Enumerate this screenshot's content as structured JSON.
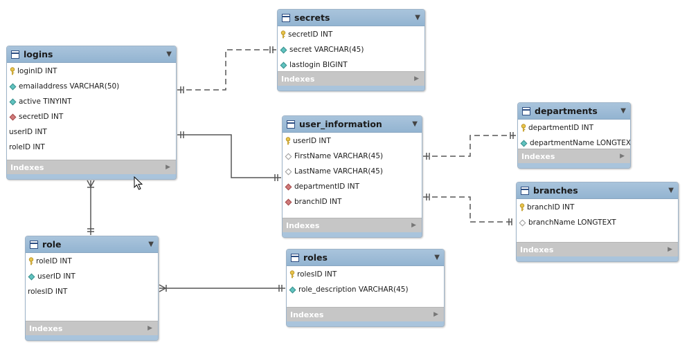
{
  "colors": {
    "header": "#9db9d4",
    "line": "#555555",
    "key": "#e6c34a",
    "teal": "#60c3c0",
    "red": "#d07a7a"
  },
  "footer_label": "Indexes",
  "tables": [
    {
      "id": "logins",
      "name": "logins",
      "columns": [
        {
          "text": "loginID INT",
          "icon": "key-icon"
        },
        {
          "text": "emailaddress VARCHAR(50)",
          "icon": "teal-diamond-icon"
        },
        {
          "text": "active TINYINT",
          "icon": "teal-diamond-icon"
        },
        {
          "text": "secretID INT",
          "icon": "red-diamond-icon"
        },
        {
          "text": "userID INT",
          "icon": "none"
        },
        {
          "text": "roleID INT",
          "icon": "none"
        }
      ]
    },
    {
      "id": "secrets",
      "name": "secrets",
      "columns": [
        {
          "text": "secretID INT",
          "icon": "key-icon"
        },
        {
          "text": "secret VARCHAR(45)",
          "icon": "teal-diamond-icon"
        },
        {
          "text": "lastlogin BIGINT",
          "icon": "teal-diamond-icon"
        }
      ]
    },
    {
      "id": "user_information",
      "name": "user_information",
      "columns": [
        {
          "text": "userID INT",
          "icon": "key-icon"
        },
        {
          "text": "FirstName VARCHAR(45)",
          "icon": "white-diamond-icon"
        },
        {
          "text": "LastName VARCHAR(45)",
          "icon": "white-diamond-icon"
        },
        {
          "text": "departmentID INT",
          "icon": "red-diamond-icon"
        },
        {
          "text": "branchID INT",
          "icon": "red-diamond-icon"
        }
      ]
    },
    {
      "id": "departments",
      "name": "departments",
      "columns": [
        {
          "text": "departmentID INT",
          "icon": "key-icon"
        },
        {
          "text": "departmentName LONGTEXT",
          "icon": "teal-diamond-icon"
        }
      ]
    },
    {
      "id": "branches",
      "name": "branches",
      "columns": [
        {
          "text": "branchID INT",
          "icon": "key-icon"
        },
        {
          "text": "branchName LONGTEXT",
          "icon": "white-diamond-icon"
        }
      ]
    },
    {
      "id": "role",
      "name": "role",
      "columns": [
        {
          "text": "roleID INT",
          "icon": "key-icon"
        },
        {
          "text": "userID INT",
          "icon": "teal-diamond-icon"
        },
        {
          "text": "rolesID INT",
          "icon": "none"
        }
      ]
    },
    {
      "id": "roles",
      "name": "roles",
      "columns": [
        {
          "text": "rolesID INT",
          "icon": "key-icon"
        },
        {
          "text": "role_description VARCHAR(45)",
          "icon": "teal-diamond-icon"
        }
      ]
    }
  ],
  "relationships": [
    {
      "id": "logins-secrets",
      "style": "dashed",
      "from_end": "one",
      "to_end": "one"
    },
    {
      "id": "logins-user_information",
      "style": "solid",
      "from_end": "one",
      "to_end": "one"
    },
    {
      "id": "logins-role",
      "style": "solid",
      "from_end": "many",
      "to_end": "one"
    },
    {
      "id": "role-roles",
      "style": "solid",
      "from_end": "many",
      "to_end": "one"
    },
    {
      "id": "user_information-departments",
      "style": "dashed",
      "from_end": "one",
      "to_end": "one"
    },
    {
      "id": "user_information-branches",
      "style": "dashed",
      "from_end": "one",
      "to_end": "one"
    }
  ]
}
